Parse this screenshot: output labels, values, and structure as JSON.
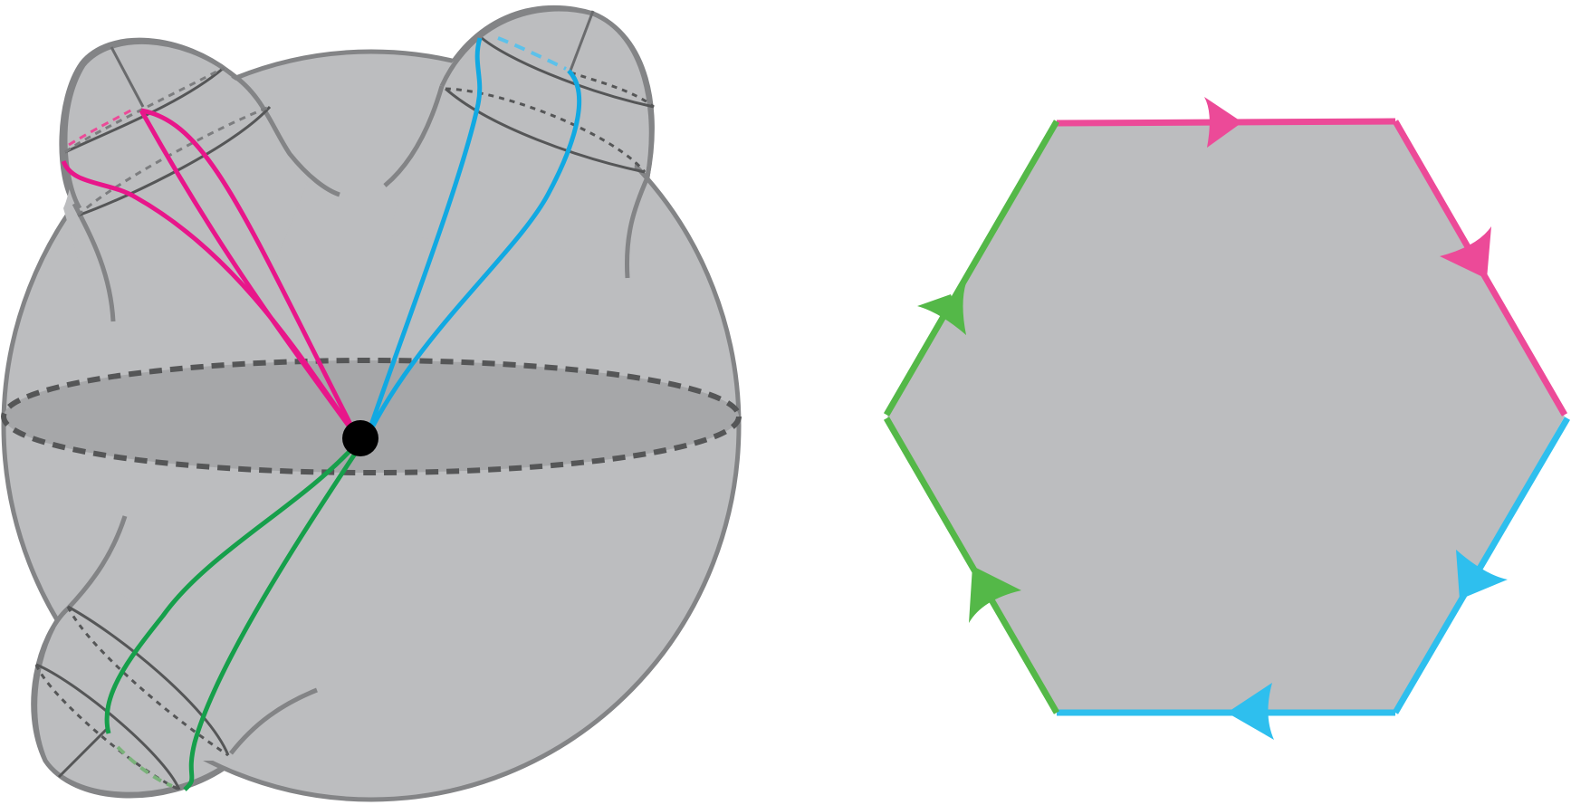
{
  "figure": {
    "panels": [
      {
        "id": "surface",
        "kind": "sphere-with-three-handles",
        "handles": [
          {
            "name": "top-left-handle",
            "loop_color": "magenta"
          },
          {
            "name": "top-right-handle",
            "loop_color": "cyan"
          },
          {
            "name": "bottom-left-handle",
            "loop_color": "green"
          }
        ],
        "basepoint": true,
        "equator": "dashed"
      },
      {
        "id": "polygon",
        "kind": "hexagon",
        "edges": [
          {
            "name": "top",
            "color": "magenta",
            "arrow": "right"
          },
          {
            "name": "upper-right",
            "color": "magenta",
            "arrow": "down-right"
          },
          {
            "name": "lower-right",
            "color": "cyan",
            "arrow": "down-left"
          },
          {
            "name": "bottom",
            "color": "cyan",
            "arrow": "left"
          },
          {
            "name": "lower-left",
            "color": "green",
            "arrow": "up-left"
          },
          {
            "name": "upper-left",
            "color": "green",
            "arrow": "up-right"
          }
        ]
      }
    ],
    "colors": {
      "surface_fill": "#bcbdbf",
      "surface_stroke": "#838486",
      "equator_fill": "#a6a7a9",
      "dark_line": "#555657",
      "magenta": "#e8168a",
      "magenta_light": "#ec4a98",
      "cyan": "#11a9e2",
      "cyan_light": "#2ebfee",
      "green": "#169f4b",
      "green_light": "#54b848",
      "basepoint": "#000000"
    }
  }
}
